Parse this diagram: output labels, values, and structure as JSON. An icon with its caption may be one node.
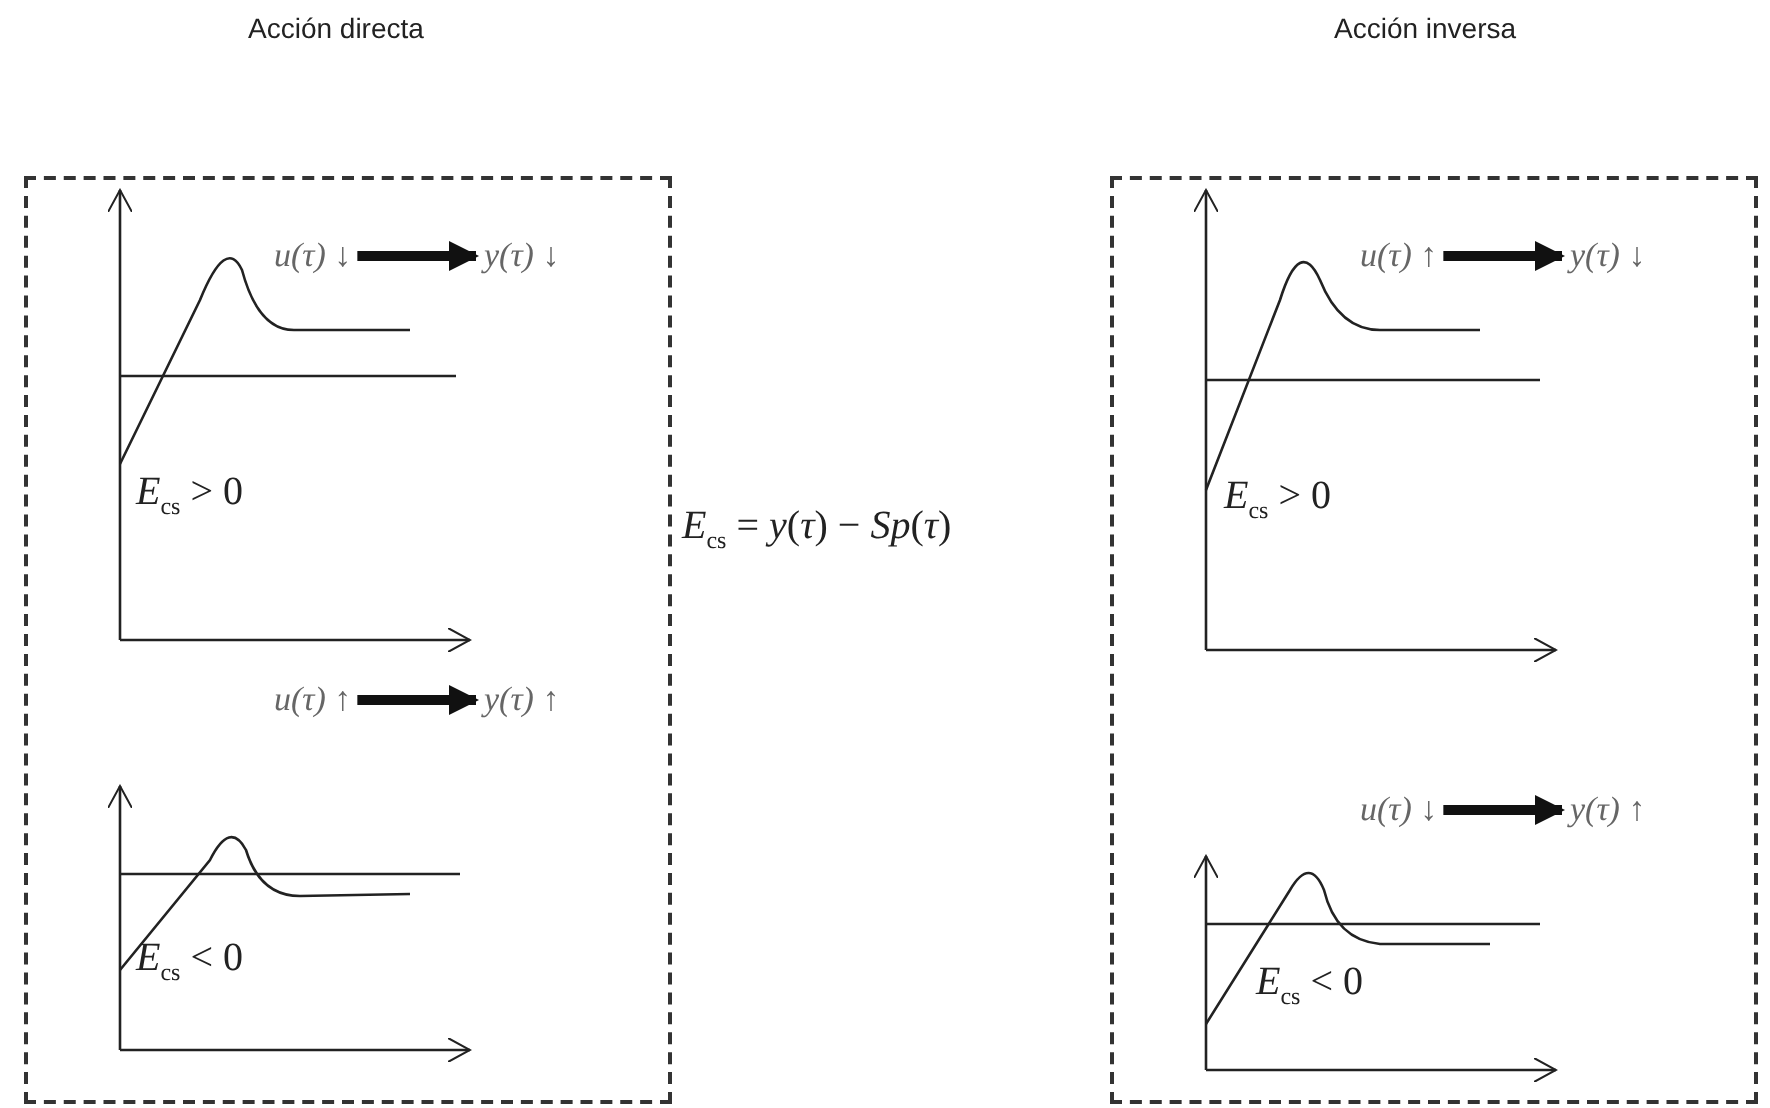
{
  "diagram": {
    "nodes": [
      {
        "text": [
          "Acción directa"
        ]
      },
      {
        "text": [
          "u(τ) ↓"
        ],
        "in": 0
      },
      {
        "text": [
          "y(τ) ↓"
        ],
        "in": 0
      },
      {
        "text": [
          "u(τ) ↑"
        ],
        "in": 0
      },
      {
        "text": [
          "y(τ) ↑"
        ],
        "in": 0
      },
      {
        "text": [
          "Acción inversa"
        ]
      },
      {
        "text": [
          "u(τ) ↑"
        ],
        "in": 5
      },
      {
        "text": [
          "y(τ) ↓"
        ],
        "in": 5
      },
      {
        "text": [
          "u(τ) ↓"
        ],
        "in": 5
      },
      {
        "text": [
          "y(τ) ↑"
        ],
        "in": 5
      }
    ],
    "edges": [
      {
        "from": 1,
        "to": 2,
        "arrow": "to"
      },
      {
        "from": 3,
        "to": 4,
        "arrow": "to"
      },
      {
        "from": 6,
        "to": 7,
        "arrow": "to"
      },
      {
        "from": 8,
        "to": 9,
        "arrow": "to"
      }
    ],
    "labels": [
      "*E*$_{cs}$ > 0",
      "*E*$_{cs}$ > 0",
      "*E*$_{cs}$ = *y*(*τ*) − *Sp*(*τ*)",
      "*E*$_{cs}$ < 0",
      "*E*$_{cs}$ < 0"
    ]
  }
}
